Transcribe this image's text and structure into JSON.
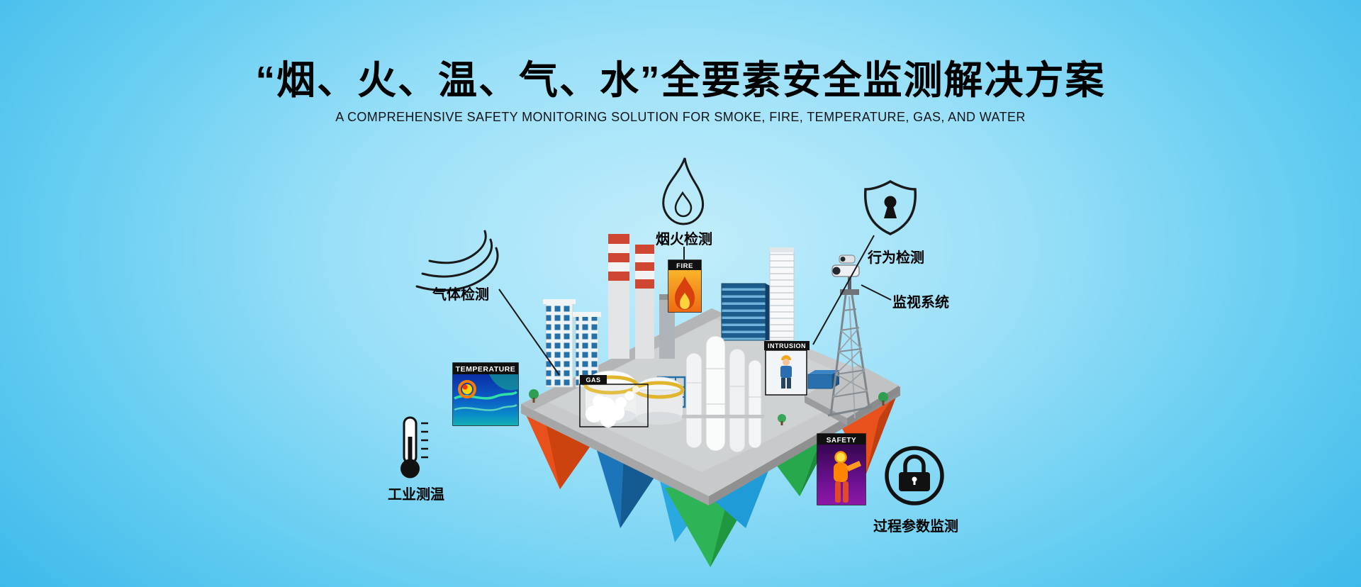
{
  "header": {
    "title": "“烟、火、温、气、水”全要素安全监测解决方案",
    "subtitle": "A COMPREHENSIVE SAFETY MONITORING SOLUTION FOR SMOKE, FIRE, TEMPERATURE, GAS, AND WATER"
  },
  "callouts": {
    "gas_detection": "气体检测",
    "smoke_fire_detection": "烟火检测",
    "behavior_detection": "行为检测",
    "surveillance_system": "监视系统",
    "industrial_temperature": "工业测温",
    "process_parameters": "过程参数监测"
  },
  "scene_tags": {
    "temperature": "TEMPERATURE",
    "fire": "FIRE",
    "gas": "GAS",
    "intrusion": "INTRUSION",
    "safety": "SAFETY"
  },
  "colors": {
    "background_sky": "#63ccf1",
    "text": "#000000",
    "platform_gray": "#c7c9ca",
    "crystal_orange": "#e8511c",
    "crystal_blue": "#1c75b9",
    "crystal_green": "#2eb457",
    "chimney_red": "#cf4732",
    "thermal_purple": "#6b1090",
    "icon_line": "#1a1a1a"
  }
}
